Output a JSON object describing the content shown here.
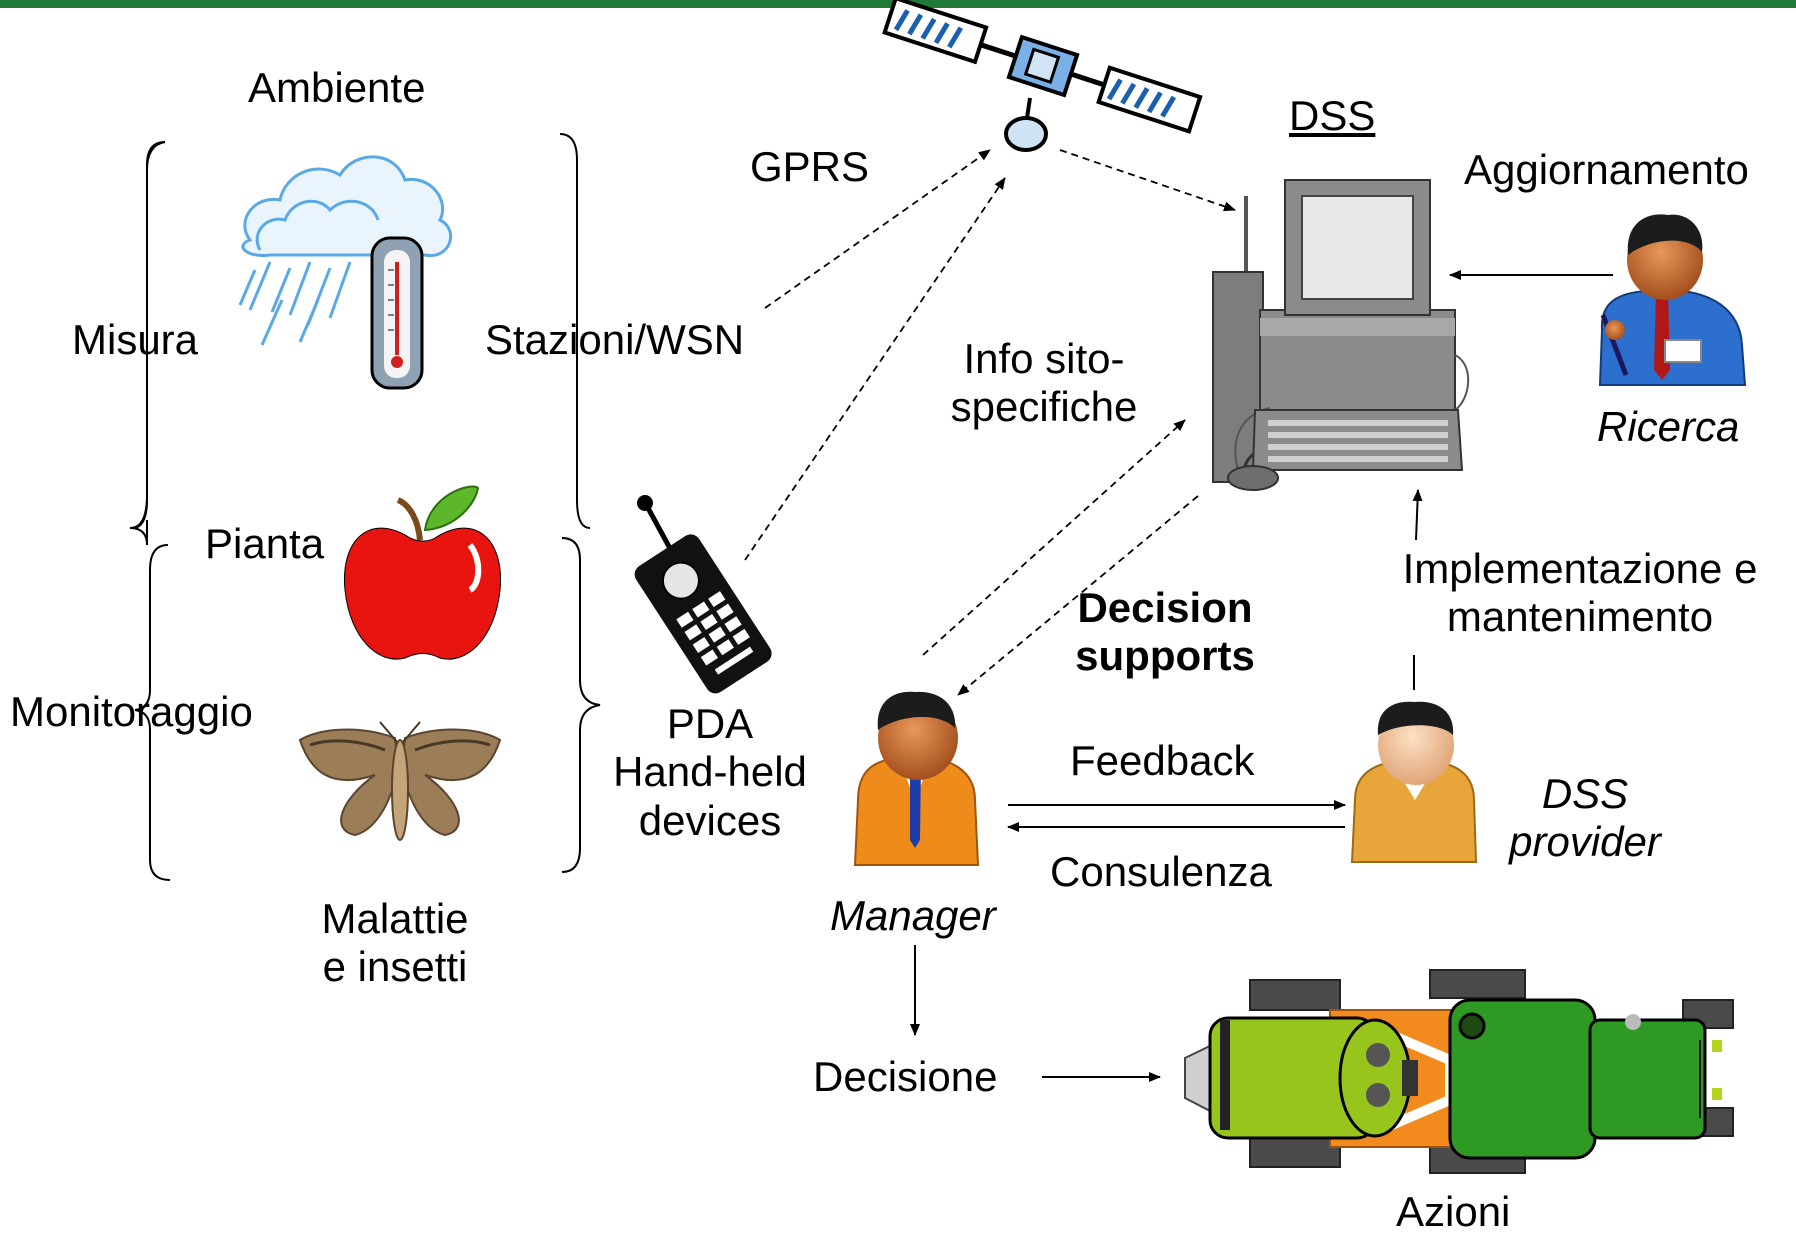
{
  "colors": {
    "top_bar": "#1f7a3a",
    "arrow": "#000000",
    "apple": "#e8140f",
    "tractor_front": "#98c51b",
    "tractor_rear": "#2f9a23",
    "tractor_frame": "#f28a1d"
  },
  "labels": {
    "ambiente": "Ambiente",
    "misura": "Misura",
    "stazioni": "Stazioni/WSN",
    "gprs": "GPRS",
    "dss": "DSS",
    "aggiornamento": "Aggiornamento",
    "ricerca": "Ricerca",
    "info_line1": "Info sito-",
    "info_line2": "specifiche",
    "pianta": "Pianta",
    "monitoraggio": "Monitoraggio",
    "pda_line1": "PDA",
    "pda_line2": "Hand-held",
    "pda_line3": "devices",
    "malattie_line1": "Malattie",
    "malattie_line2": "e insetti",
    "decision_line1": "Decision",
    "decision_line2": "supports",
    "implementazione_line1": "Implementazione e",
    "implementazione_line2": "mantenimento",
    "feedback": "Feedback",
    "consulenza": "Consulenza",
    "dss_provider_line1": "DSS",
    "dss_provider_line2": "provider",
    "manager": "Manager",
    "decisione": "Decisione",
    "azioni": "Azioni"
  },
  "icons": [
    "satellite-icon",
    "weather-icon",
    "thermometer-icon",
    "apple-icon",
    "moth-icon",
    "mobile-phone-icon",
    "computer-icon",
    "researcher-icon",
    "manager-icon",
    "dss-provider-icon",
    "tractor-icon"
  ]
}
